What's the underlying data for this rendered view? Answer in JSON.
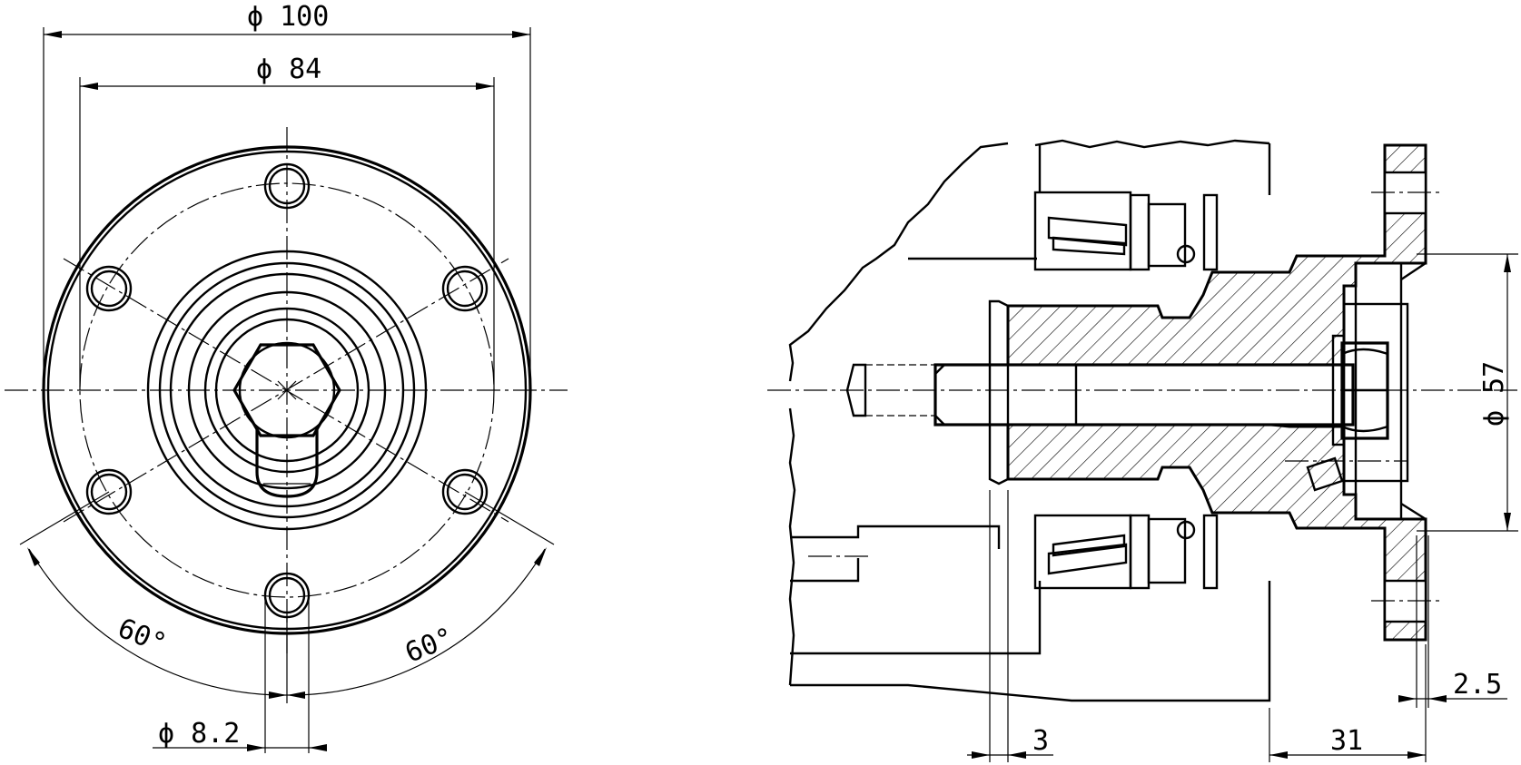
{
  "colors": {
    "ink": "#000000",
    "paper": "#ffffff"
  },
  "front_view": {
    "dim_outer_diameter": "ϕ 100",
    "dim_bolt_circle": "ϕ 84",
    "dim_hole_diameter": "ϕ 8.2",
    "angle_left": "60°",
    "angle_right": "60°"
  },
  "section_view": {
    "dim_pilot_diameter": "ϕ 57",
    "dim_offset": "2.5",
    "dim_gap": "3",
    "dim_depth": "31"
  }
}
